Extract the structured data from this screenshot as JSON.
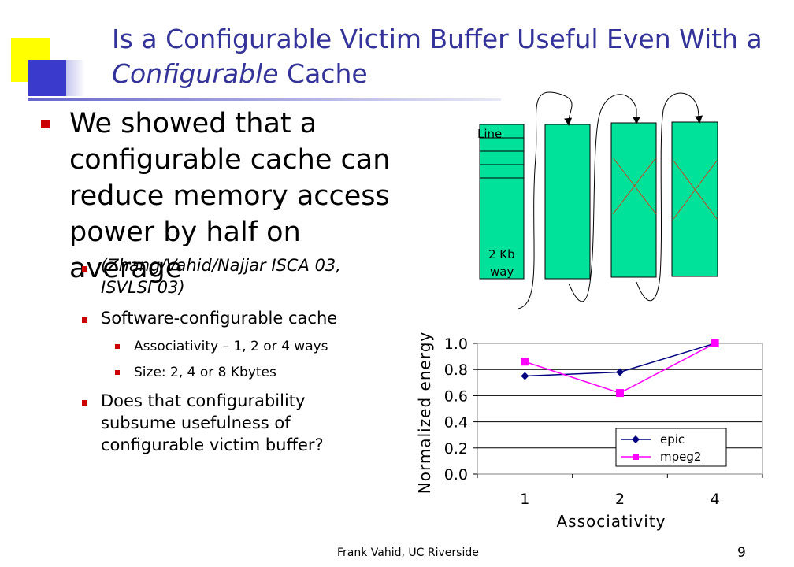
{
  "slide": {
    "title_part1": "Is a Configurable Victim Buffer Useful Even With a",
    "title_part2_italic": "Configurable",
    "title_part3": " Cache",
    "bullets": {
      "main": "We showed that a configurable cache can reduce memory access power by half on average",
      "sub1": "(Zhang/Vahid/Najjar ISCA 03, ISVLSI 03)",
      "sub2": "Software-configurable cache",
      "sub2a": "Associativity – 1, 2 or 4 ways",
      "sub2b": "Size: 2, 4 or 8 Kbytes",
      "sub3": "Does that configurability subsume usefulness of configurable victim buffer?"
    },
    "footer": "Frank Vahid, UC Riverside",
    "page_number": "9"
  },
  "diagram": {
    "line_label": "Line",
    "way_label_1": "2 Kb",
    "way_label_2": "way",
    "colors": {
      "way_fill": "#00e19a",
      "cross": "#cc4422"
    }
  },
  "colors": {
    "title": "#33339a",
    "bullet": "#cc0000",
    "deco_yellow": "#ffff00",
    "deco_blue": "#3333cc"
  },
  "chart_data": {
    "type": "line",
    "categories": [
      "1",
      "2",
      "4"
    ],
    "series": [
      {
        "name": "epic",
        "values": [
          0.75,
          0.78,
          1.0
        ],
        "color": "#000080",
        "marker": "diamond"
      },
      {
        "name": "mpeg2",
        "values": [
          0.86,
          0.62,
          1.0
        ],
        "color": "#ff00ff",
        "marker": "square"
      }
    ],
    "xlabel": "Associativity",
    "ylabel": "Normalized energy",
    "ylim": [
      0,
      1
    ],
    "yticks": [
      "0.0",
      "0.2",
      "0.4",
      "0.6",
      "0.8",
      "1.0"
    ],
    "grid": true,
    "legend": "bottom-right"
  }
}
